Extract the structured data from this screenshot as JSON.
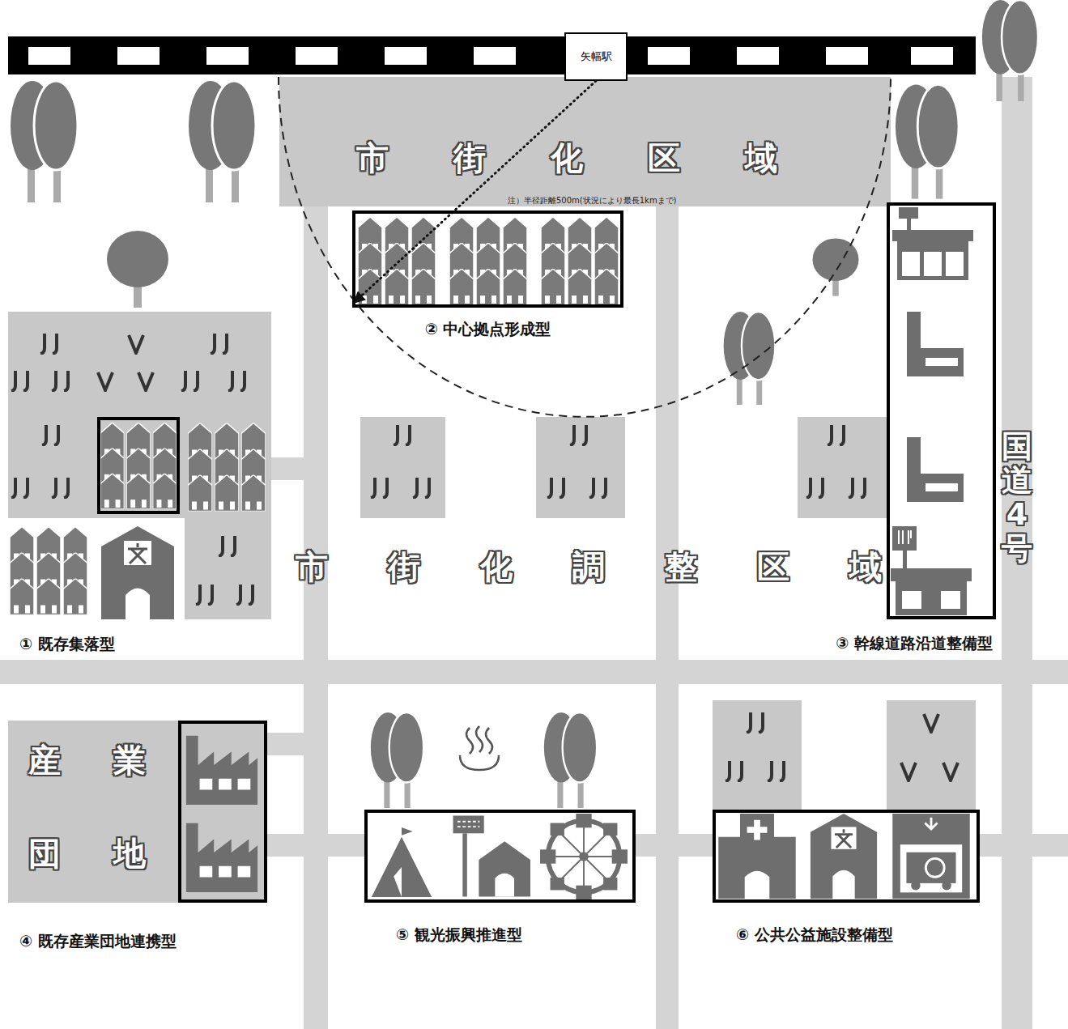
{
  "diagram": {
    "nodes": [
      {
        "text": [
          "矢幅駅"
        ]
      },
      {
        "text": [
          "市街化区域",
          "注）半径距離500m(状況により最長1kmまで)"
        ]
      },
      {
        "text": [
          "② 中心拠点形成型"
        ]
      },
      {
        "text": [
          "① 既存集落型"
        ]
      },
      {
        "text": [
          "③ 幹線道路沿道整備型"
        ]
      },
      {
        "text": [
          "産業団地"
        ]
      },
      {
        "text": [
          "④ 既存産業団地連携型"
        ],
        "in": 5
      },
      {
        "text": [
          "⑤ 観光振興推進型"
        ]
      },
      {
        "text": [
          "⑥ 公共公益施設整備型"
        ]
      }
    ],
    "edges": [
      {
        "from": 0,
        "to": 2,
        "arrow": "to"
      }
    ],
    "labels": [
      "市街化調整区域",
      "国道4号"
    ]
  }
}
